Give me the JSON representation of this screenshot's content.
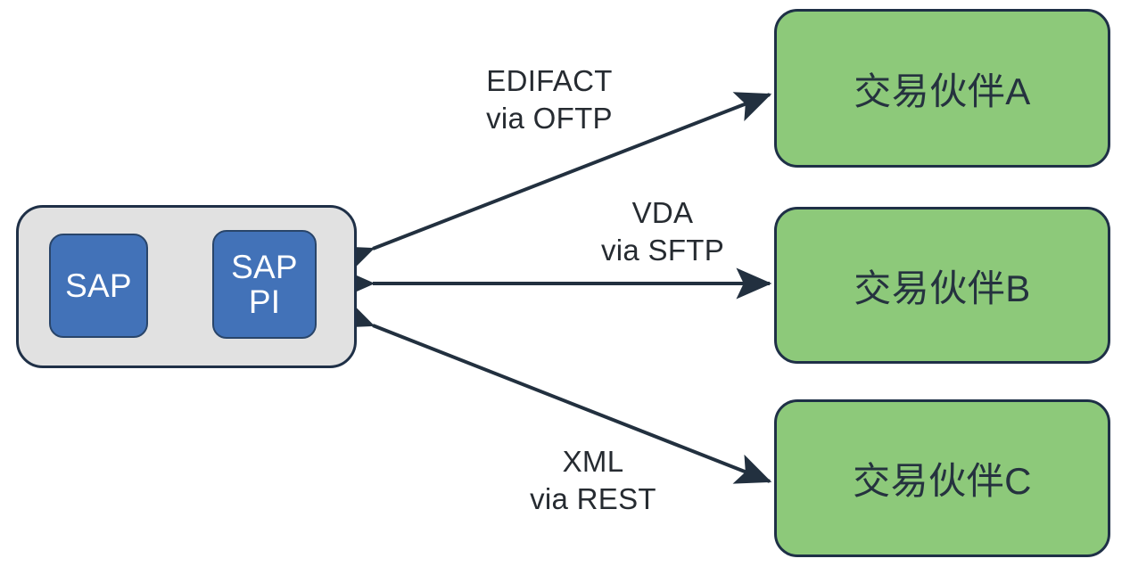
{
  "diagram": {
    "type": "integration-architecture",
    "title_visible": false,
    "background_color": "#ffffff",
    "colors": {
      "system_container_fill": "#e1e1e1",
      "system_container_stroke": "#1f3047",
      "app_node_fill": "#4272b8",
      "app_node_stroke": "#29456a",
      "app_node_text": "#ffffff",
      "partner_node_fill": "#8dc97a",
      "partner_node_stroke": "#1f3047",
      "partner_node_text": "#25323f",
      "edge_stroke": "#22303f",
      "edge_label_text": "#262b31"
    }
  },
  "system": {
    "container_name": "sap-landscape",
    "nodes": [
      {
        "id": "sap",
        "label": "SAP",
        "shape": "rounded-rect",
        "fill": "#4272b8"
      },
      {
        "id": "sap-pi",
        "label": "SAP\nPI",
        "shape": "rounded-rect",
        "fill": "#4272b8"
      }
    ]
  },
  "partners": [
    {
      "id": "partner-a",
      "label": "交易伙伴A",
      "shape": "rounded-rect",
      "fill": "#8dc97a"
    },
    {
      "id": "partner-b",
      "label": "交易伙伴B",
      "shape": "rounded-rect",
      "fill": "#8dc97a"
    },
    {
      "id": "partner-c",
      "label": "交易伙伴C",
      "shape": "rounded-rect",
      "fill": "#8dc97a"
    }
  ],
  "edges": [
    {
      "id": "edge-a",
      "from": "sap-landscape",
      "to": "partner-a",
      "label": "EDIFACT\nvia OFTP",
      "format": "EDIFACT",
      "protocol": "OFTP",
      "direction": "bidirectional",
      "arrowheads": "both",
      "style": "solid-diagonal-up"
    },
    {
      "id": "edge-b",
      "from": "sap-landscape",
      "to": "partner-b",
      "label": "VDA\nvia SFTP",
      "format": "VDA",
      "protocol": "SFTP",
      "direction": "bidirectional",
      "arrowheads": "both",
      "style": "solid-horizontal"
    },
    {
      "id": "edge-c",
      "from": "sap-landscape",
      "to": "partner-c",
      "label": "XML\nvia REST",
      "format": "XML",
      "protocol": "REST",
      "direction": "bidirectional",
      "arrowheads": "both",
      "style": "solid-diagonal-down"
    }
  ]
}
